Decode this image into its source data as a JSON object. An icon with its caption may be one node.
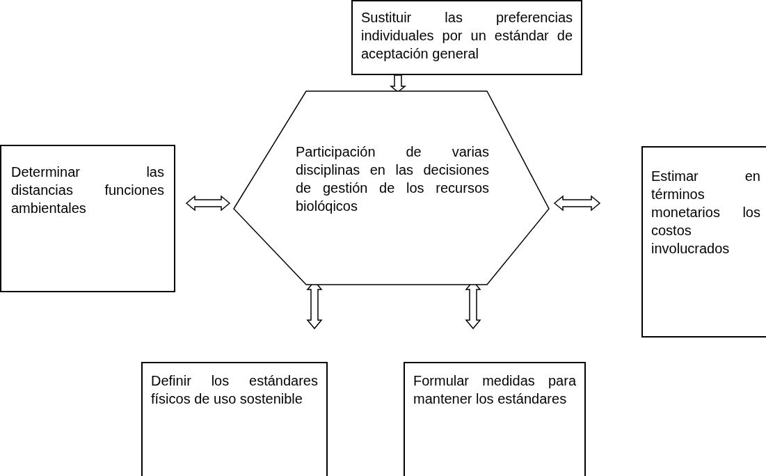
{
  "diagram": {
    "nodes": [
      {
        "text": [
          "Sustituir las preferencias individuales por un estándar de aceptación general"
        ]
      },
      {
        "text": [
          "Determinar las distancias funciones ambientales"
        ]
      },
      {
        "text": [
          "Participación de varias disciplinas en las decisiones de gestión de los recursos biolóqicos"
        ]
      },
      {
        "text": [
          "Estimar en términos monetarios los costos involucrados"
        ]
      },
      {
        "text": [
          "Definir los estándares físicos de uso sostenible"
        ]
      },
      {
        "text": [
          "Formular medidas para mantener los estándares"
        ]
      }
    ],
    "edges": [
      {
        "from": 0,
        "to": 2,
        "arrow": "to"
      },
      {
        "from": 2,
        "to": 1,
        "arrow": "both"
      },
      {
        "from": 2,
        "to": 3,
        "arrow": "both"
      },
      {
        "from": 2,
        "to": 4,
        "arrow": "both"
      },
      {
        "from": 2,
        "to": 5,
        "arrow": "both"
      }
    ]
  }
}
